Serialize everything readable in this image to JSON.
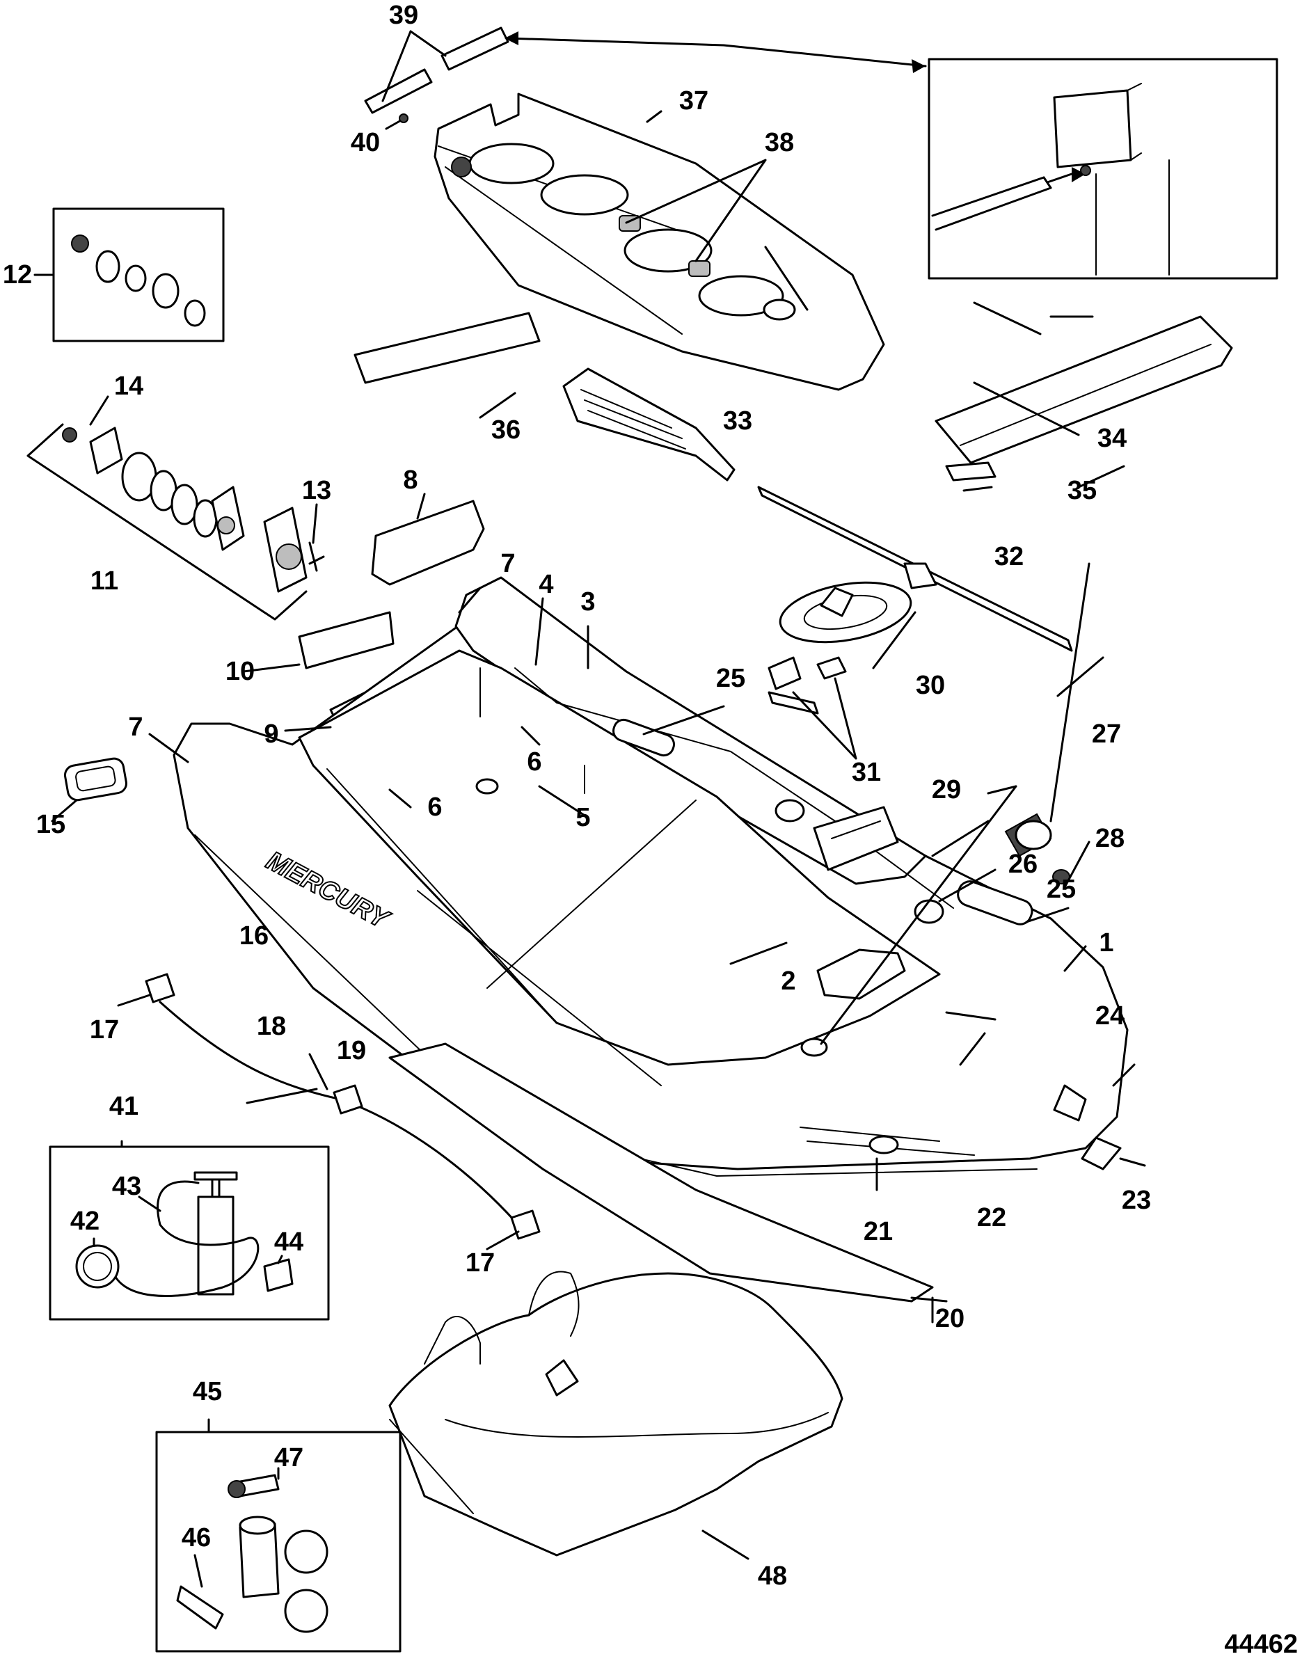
{
  "brand_text": "MERCURY",
  "figure_number": "44462",
  "callouts": [
    {
      "id": "c1",
      "text": "1"
    },
    {
      "id": "c2",
      "text": "2"
    },
    {
      "id": "c3",
      "text": "3"
    },
    {
      "id": "c4",
      "text": "4"
    },
    {
      "id": "c5",
      "text": "5"
    },
    {
      "id": "c6a",
      "text": "6"
    },
    {
      "id": "c6b",
      "text": "6"
    },
    {
      "id": "c7a",
      "text": "7"
    },
    {
      "id": "c7b",
      "text": "7"
    },
    {
      "id": "c8",
      "text": "8"
    },
    {
      "id": "c9",
      "text": "9"
    },
    {
      "id": "c10",
      "text": "10"
    },
    {
      "id": "c11",
      "text": "11"
    },
    {
      "id": "c12",
      "text": "12"
    },
    {
      "id": "c13",
      "text": "13"
    },
    {
      "id": "c14",
      "text": "14"
    },
    {
      "id": "c15",
      "text": "15"
    },
    {
      "id": "c16",
      "text": "16"
    },
    {
      "id": "c17a",
      "text": "17"
    },
    {
      "id": "c17b",
      "text": "17"
    },
    {
      "id": "c18",
      "text": "18"
    },
    {
      "id": "c19",
      "text": "19"
    },
    {
      "id": "c20",
      "text": "20"
    },
    {
      "id": "c21",
      "text": "21"
    },
    {
      "id": "c22",
      "text": "22"
    },
    {
      "id": "c23",
      "text": "23"
    },
    {
      "id": "c24",
      "text": "24"
    },
    {
      "id": "c25a",
      "text": "25"
    },
    {
      "id": "c25b",
      "text": "25"
    },
    {
      "id": "c26",
      "text": "26"
    },
    {
      "id": "c27",
      "text": "27"
    },
    {
      "id": "c28",
      "text": "28"
    },
    {
      "id": "c29",
      "text": "29"
    },
    {
      "id": "c30",
      "text": "30"
    },
    {
      "id": "c31",
      "text": "31"
    },
    {
      "id": "c32",
      "text": "32"
    },
    {
      "id": "c33",
      "text": "33"
    },
    {
      "id": "c34",
      "text": "34"
    },
    {
      "id": "c35",
      "text": "35"
    },
    {
      "id": "c36",
      "text": "36"
    },
    {
      "id": "c37",
      "text": "37"
    },
    {
      "id": "c38",
      "text": "38"
    },
    {
      "id": "c39",
      "text": "39"
    },
    {
      "id": "c40",
      "text": "40"
    },
    {
      "id": "c41",
      "text": "41"
    },
    {
      "id": "c42",
      "text": "42"
    },
    {
      "id": "c43",
      "text": "43"
    },
    {
      "id": "c44",
      "text": "44"
    },
    {
      "id": "c45",
      "text": "45"
    },
    {
      "id": "c46",
      "text": "46"
    },
    {
      "id": "c47",
      "text": "47"
    },
    {
      "id": "c48",
      "text": "48"
    }
  ]
}
